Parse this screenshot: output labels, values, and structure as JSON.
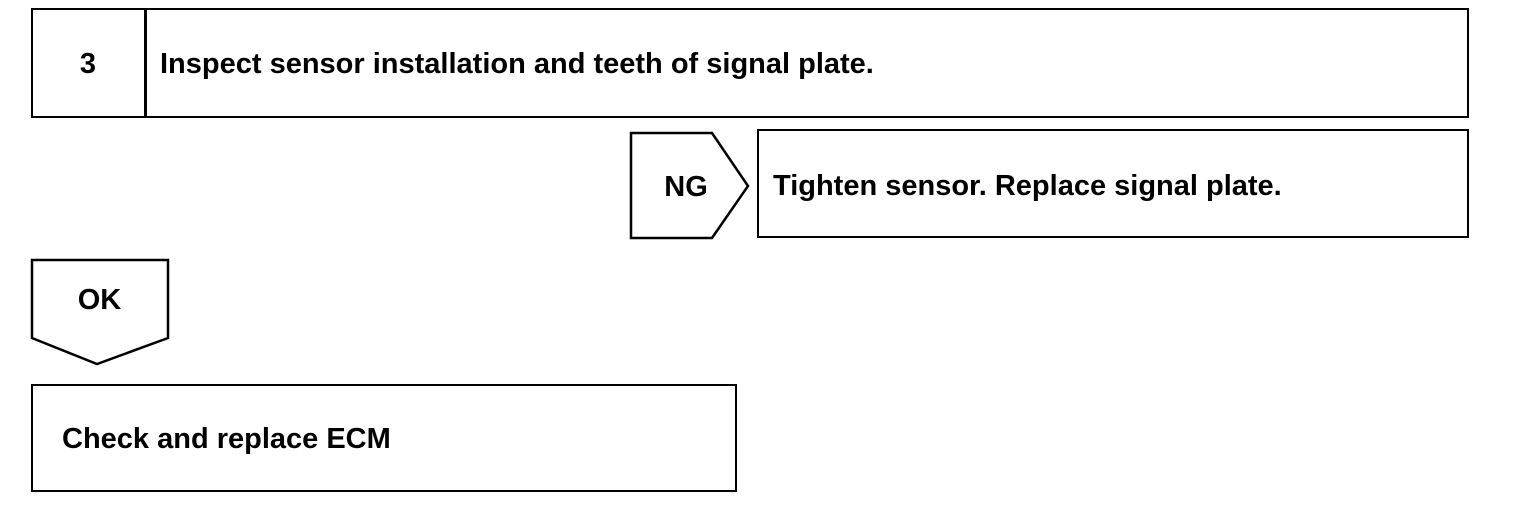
{
  "step": {
    "number": "3",
    "title": "Inspect sensor installation and teeth of signal plate."
  },
  "ng_result": {
    "label": "NG",
    "action": "Tighten sensor. Replace signal plate."
  },
  "ok_result": {
    "label": "OK",
    "action": "Check and replace ECM"
  }
}
